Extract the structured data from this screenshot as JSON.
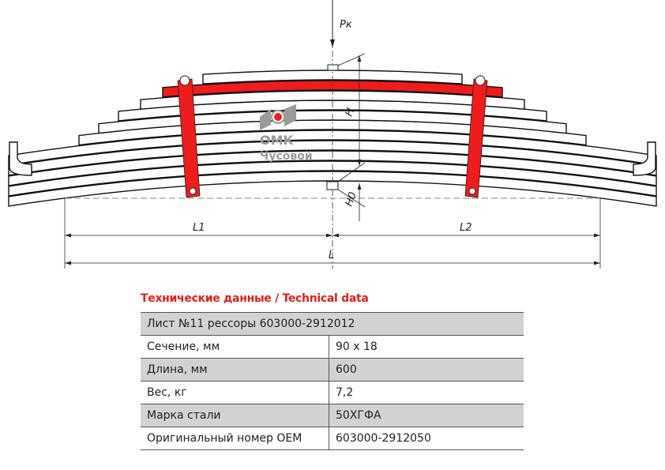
{
  "drawing": {
    "force_label": "Pк",
    "height_label": "H",
    "height0_label": "H0",
    "l1_label": "L1",
    "l2_label": "L2",
    "l_label": "L",
    "logo_text": "ОМК",
    "logo_sub": "Чусовой",
    "highlight_color": "#ee1c1c"
  },
  "title": "Технические данные / Technical data",
  "table": {
    "header": "Лист №11 рессоры 603000-2912012",
    "rows": [
      {
        "label": "Сечение, мм",
        "value": "90 х 18"
      },
      {
        "label": "Длина, мм",
        "value": "600"
      },
      {
        "label": "Вес, кг",
        "value": "7,2"
      },
      {
        "label": "Марка стали",
        "value": "50ХГФА"
      },
      {
        "label": "Оригинальный номер OEM",
        "value": "603000-2912050"
      }
    ]
  }
}
